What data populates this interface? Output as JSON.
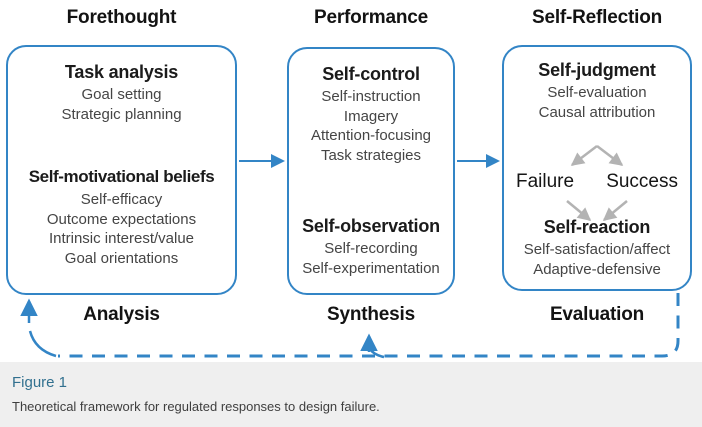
{
  "colors": {
    "accent_blue": "#3385c6",
    "gray_arrow": "#b3b3b3",
    "figure_label_blue": "#31708f",
    "caption_background": "#efefef",
    "title_text": "#1b1b1b",
    "item_text": "#454545"
  },
  "phases": [
    {
      "header": "Forethought",
      "footer": "Analysis",
      "sections": [
        {
          "title": "Task analysis",
          "items": [
            "Goal setting",
            "Strategic planning"
          ]
        },
        {
          "title": "Self-motivational beliefs",
          "items": [
            "Self-efficacy",
            "Outcome expectations",
            "Intrinsic interest/value",
            "Goal orientations"
          ]
        }
      ]
    },
    {
      "header": "Performance",
      "footer": "Synthesis",
      "sections": [
        {
          "title": "Self-control",
          "items": [
            "Self-instruction",
            "Imagery",
            "Attention-focusing",
            "Task strategies"
          ]
        },
        {
          "title": "Self-observation",
          "items": [
            "Self-recording",
            "Self-experimentation"
          ]
        }
      ]
    },
    {
      "header": "Self-Reflection",
      "footer": "Evaluation",
      "sections": [
        {
          "title": "Self-judgment",
          "items": [
            "Self-evaluation",
            "Causal attribution"
          ]
        },
        {
          "title": "Self-reaction",
          "items": [
            "Self-satisfaction/affect",
            "Adaptive-defensive"
          ]
        }
      ],
      "outcomes": {
        "left": "Failure",
        "right": "Success"
      }
    }
  ],
  "connectors": [
    "forethought-to-performance-arrow",
    "performance-to-selfreflection-arrow",
    "dashed-feedback-loop-from-selfreflection",
    "feedback-arrow-into-forethought",
    "feedback-arrow-to-synthesis",
    "judgment-to-failure-arrow",
    "judgment-to-success-arrow",
    "failure-to-selfreaction-arrow",
    "success-to-selfreaction-arrow"
  ],
  "caption": {
    "label": "Figure 1",
    "text": "Theoretical framework for regulated responses to design failure."
  }
}
